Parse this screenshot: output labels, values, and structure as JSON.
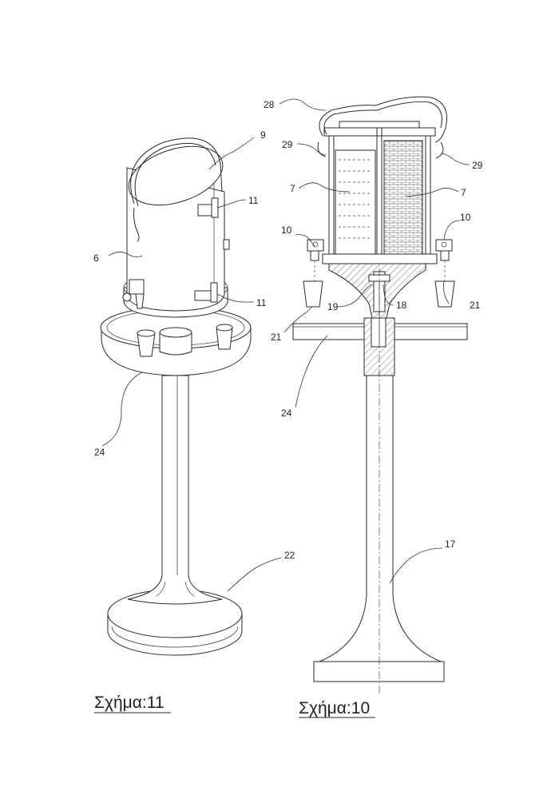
{
  "figures": [
    {
      "caption": "Σχήμα:11",
      "labels": [
        "9",
        "11",
        "6",
        "11",
        "24",
        "22"
      ]
    },
    {
      "caption": "Σχήμα:10",
      "labels": [
        "28",
        "29",
        "29",
        "7",
        "7",
        "10",
        "10",
        "19",
        "18",
        "21",
        "21",
        "24",
        "17"
      ]
    }
  ]
}
